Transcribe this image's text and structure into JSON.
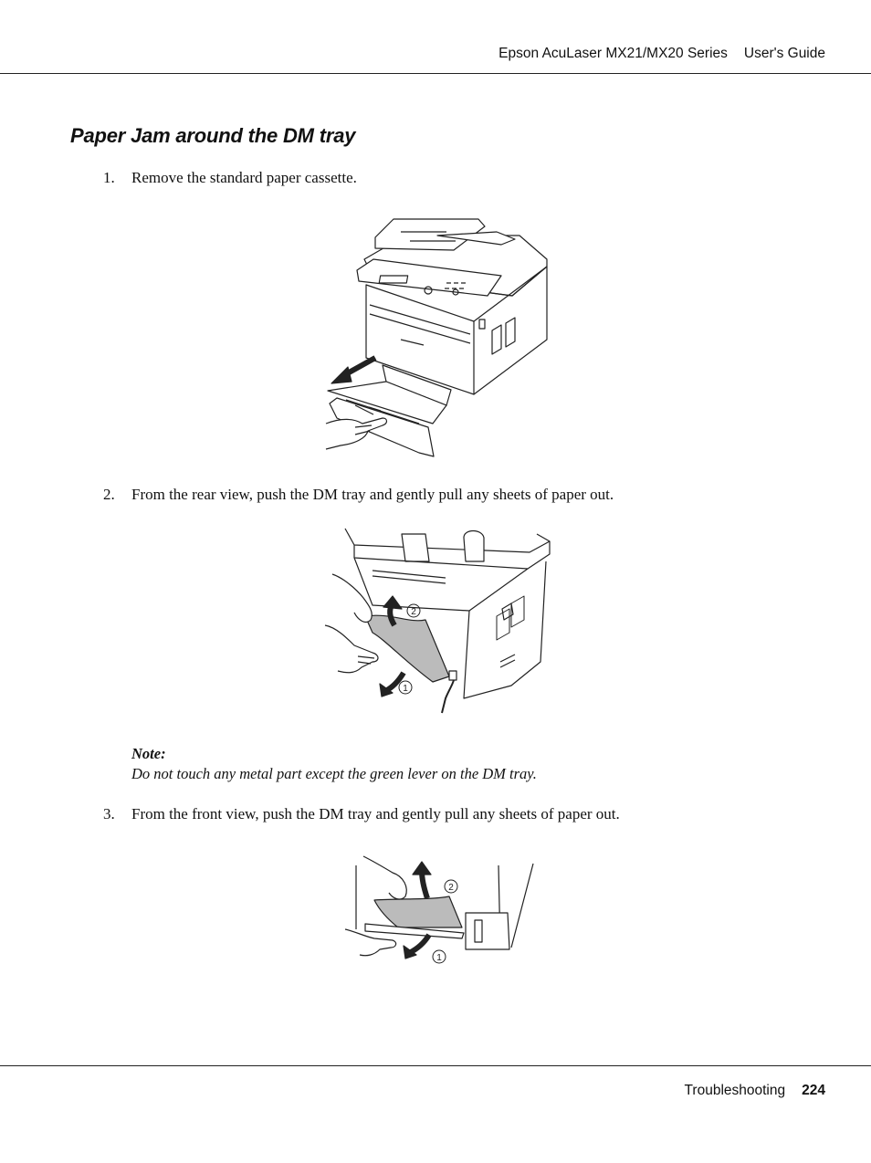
{
  "header": {
    "product": "Epson AcuLaser MX21/MX20 Series",
    "guide": "User's Guide"
  },
  "section_title": "Paper Jam around the DM tray",
  "steps": [
    {
      "number": "1.",
      "text": "Remove the standard paper cassette."
    },
    {
      "number": "2.",
      "text": "From the rear view, push the DM tray and gently pull any sheets of paper out."
    },
    {
      "number": "3.",
      "text": "From the front view, push the DM tray and gently pull any sheets of paper out."
    }
  ],
  "note": {
    "title": "Note:",
    "text": "Do not touch any metal part except the green lever on the DM tray."
  },
  "figure_callouts": {
    "one": "1",
    "two": "2"
  },
  "footer": {
    "chapter": "Troubleshooting",
    "page": "224"
  }
}
